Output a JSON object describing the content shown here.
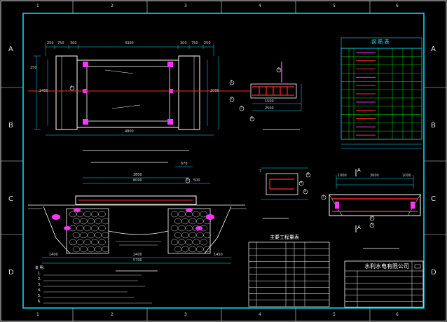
{
  "frame": {
    "column_labels_top": [
      "1",
      "2",
      "3",
      "4",
      "5",
      "6"
    ],
    "column_labels_bottom": [
      "1",
      "2",
      "3",
      "4",
      "5",
      "6"
    ],
    "row_labels_left": [
      "A",
      "B",
      "C",
      "D"
    ],
    "row_labels_right": [
      "A",
      "B",
      "C",
      "D"
    ]
  },
  "plan_view": {
    "dims_top": [
      "250",
      "750",
      "300",
      "4300",
      "300",
      "750",
      "250"
    ],
    "dims_bottom": [
      "4800"
    ],
    "dims_left": [
      "250",
      "2400",
      "2000"
    ],
    "section_mark": "1"
  },
  "rebar_detail": {
    "dims": [
      "1500",
      "2500"
    ],
    "markers": [
      "1",
      "2",
      "3",
      "4",
      "5"
    ]
  },
  "section_view": {
    "dims_top": [
      "3800",
      "670",
      "500",
      "8000"
    ],
    "dims_bottom": [
      "1400",
      "2400",
      "1450",
      "5700"
    ],
    "marker": "8"
  },
  "detail_a": {
    "markers": [
      "4",
      "5",
      "6",
      "7"
    ]
  },
  "detail_b": {
    "mark": "A",
    "dims": [
      "1000",
      "3000",
      "1000"
    ],
    "markers": [
      "1",
      "2",
      "3"
    ]
  },
  "rebar_table": {
    "title": "钢 筋 表",
    "row_count": 11
  },
  "quantity_table": {
    "title": "主要工程量表",
    "row_count": 10
  },
  "notes": {
    "heading": "说 明：",
    "lines": [
      "1.",
      "2.",
      "3.",
      "4.",
      "5.",
      "6."
    ]
  },
  "title_block": {
    "company": "水利水电有限公司"
  },
  "colors": {
    "background": "#000000",
    "border": "#00e5ff",
    "structure": "#ffffff",
    "dimension": "#00e5ff",
    "rebar": "#ff2a2a",
    "fill": "#ff33ff",
    "label": "#fff200",
    "table_line": "#00e5ff",
    "table_fill": "#00c000"
  }
}
